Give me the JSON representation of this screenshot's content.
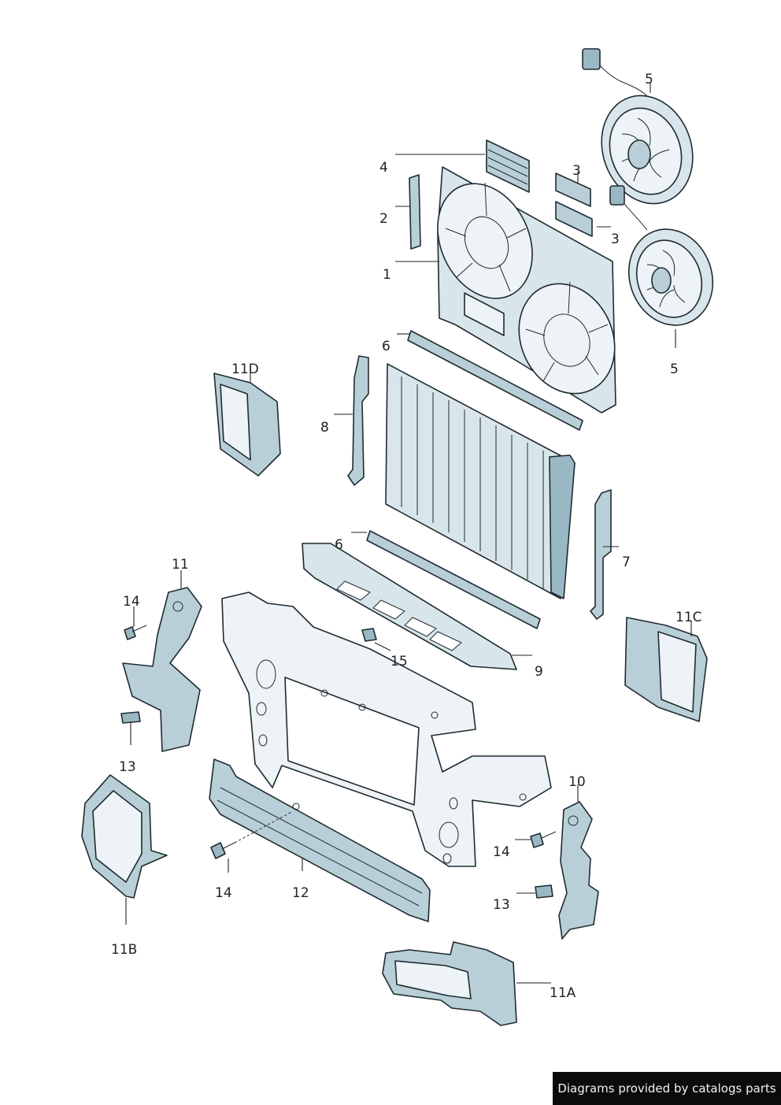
{
  "labels": {
    "p1": "1",
    "p2": "2",
    "p3a": "3",
    "p3b": "3",
    "p4": "4",
    "p5a": "5",
    "p5b": "5",
    "p6a": "6",
    "p6b": "6",
    "p7": "7",
    "p8": "8",
    "p9": "9",
    "p10": "10",
    "p11": "11",
    "p11a": "11A",
    "p11b": "11B",
    "p11c": "11C",
    "p11d": "11D",
    "p12": "12",
    "p13a": "13",
    "p13b": "13",
    "p14a": "14",
    "p14b": "14",
    "p14c": "14",
    "p15": "15"
  },
  "footer": {
    "credit": "Diagrams provided by catalogs parts"
  },
  "colors": {
    "part_fill": "#d8e6ec",
    "part_shade": "#9ab8c4",
    "outline": "#1f2b30",
    "badge_bg": "#0b0b0b"
  }
}
